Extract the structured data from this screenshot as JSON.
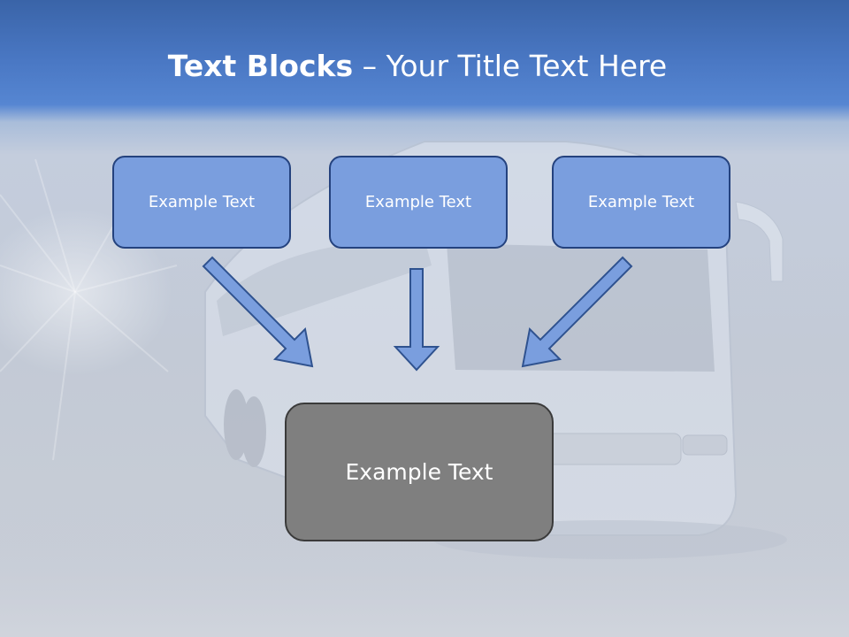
{
  "title": {
    "bold": "Text Blocks",
    "separator": " – ",
    "rest": "Your Title Text Here"
  },
  "top_blocks": [
    {
      "label": "Example Text"
    },
    {
      "label": "Example Text"
    },
    {
      "label": "Example Text"
    }
  ],
  "center_block": {
    "label": "Example Text"
  },
  "colors": {
    "header_blue": "#4a78c4",
    "block_fill": "#7a9ede",
    "block_border": "#24427e",
    "center_fill": "#7f7f7f",
    "arrow_fill": "#7a9ede",
    "arrow_stroke": "#2f528f"
  }
}
